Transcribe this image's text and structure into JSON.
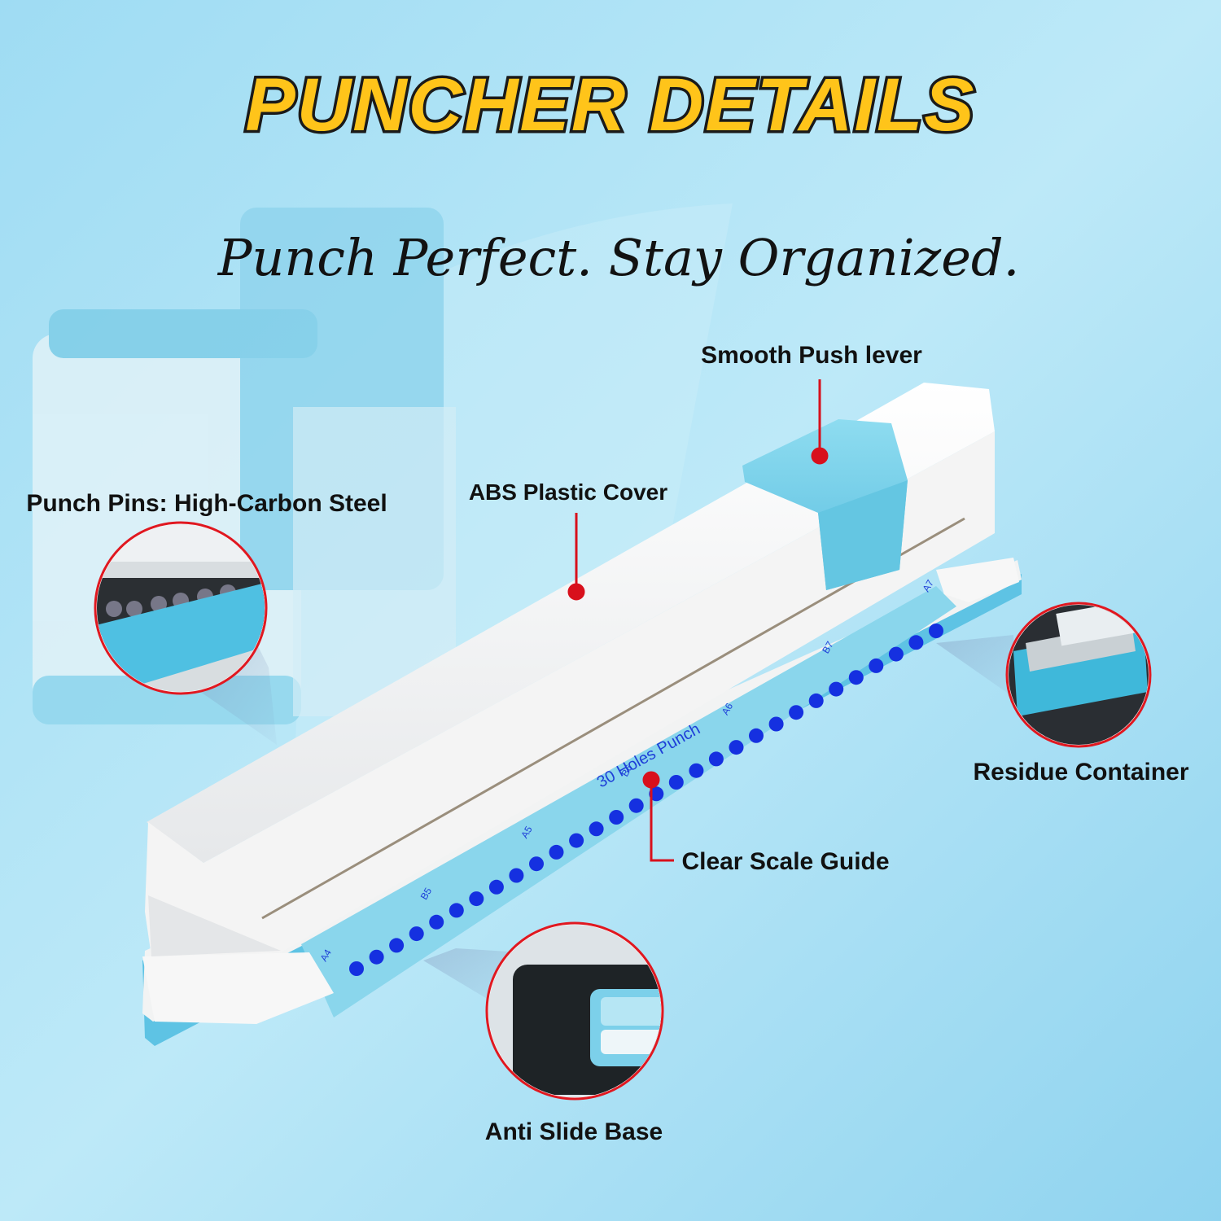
{
  "header": {
    "title": "PUNCHER DETAILS",
    "tagline": "Punch Perfect. Stay Organized."
  },
  "callouts": {
    "push_lever": "Smooth Push lever",
    "plastic_cover": "ABS Plastic Cover",
    "punch_pins": "Punch Pins: High-Carbon Steel",
    "residue_container": "Residue Container",
    "scale_guide": "Clear Scale Guide",
    "anti_slide": "Anti Slide Base"
  },
  "product": {
    "scale_text": "30 Holes Punch",
    "hole_count": 30,
    "size_marks": [
      "A4",
      "B5",
      "A5",
      "B6",
      "A6",
      "B7",
      "A7"
    ]
  },
  "colors": {
    "title_fill": "#FFC41A",
    "accent_red": "#D8101C",
    "product_blue": "#7ED3E8",
    "hole_blue": "#1530E0"
  }
}
